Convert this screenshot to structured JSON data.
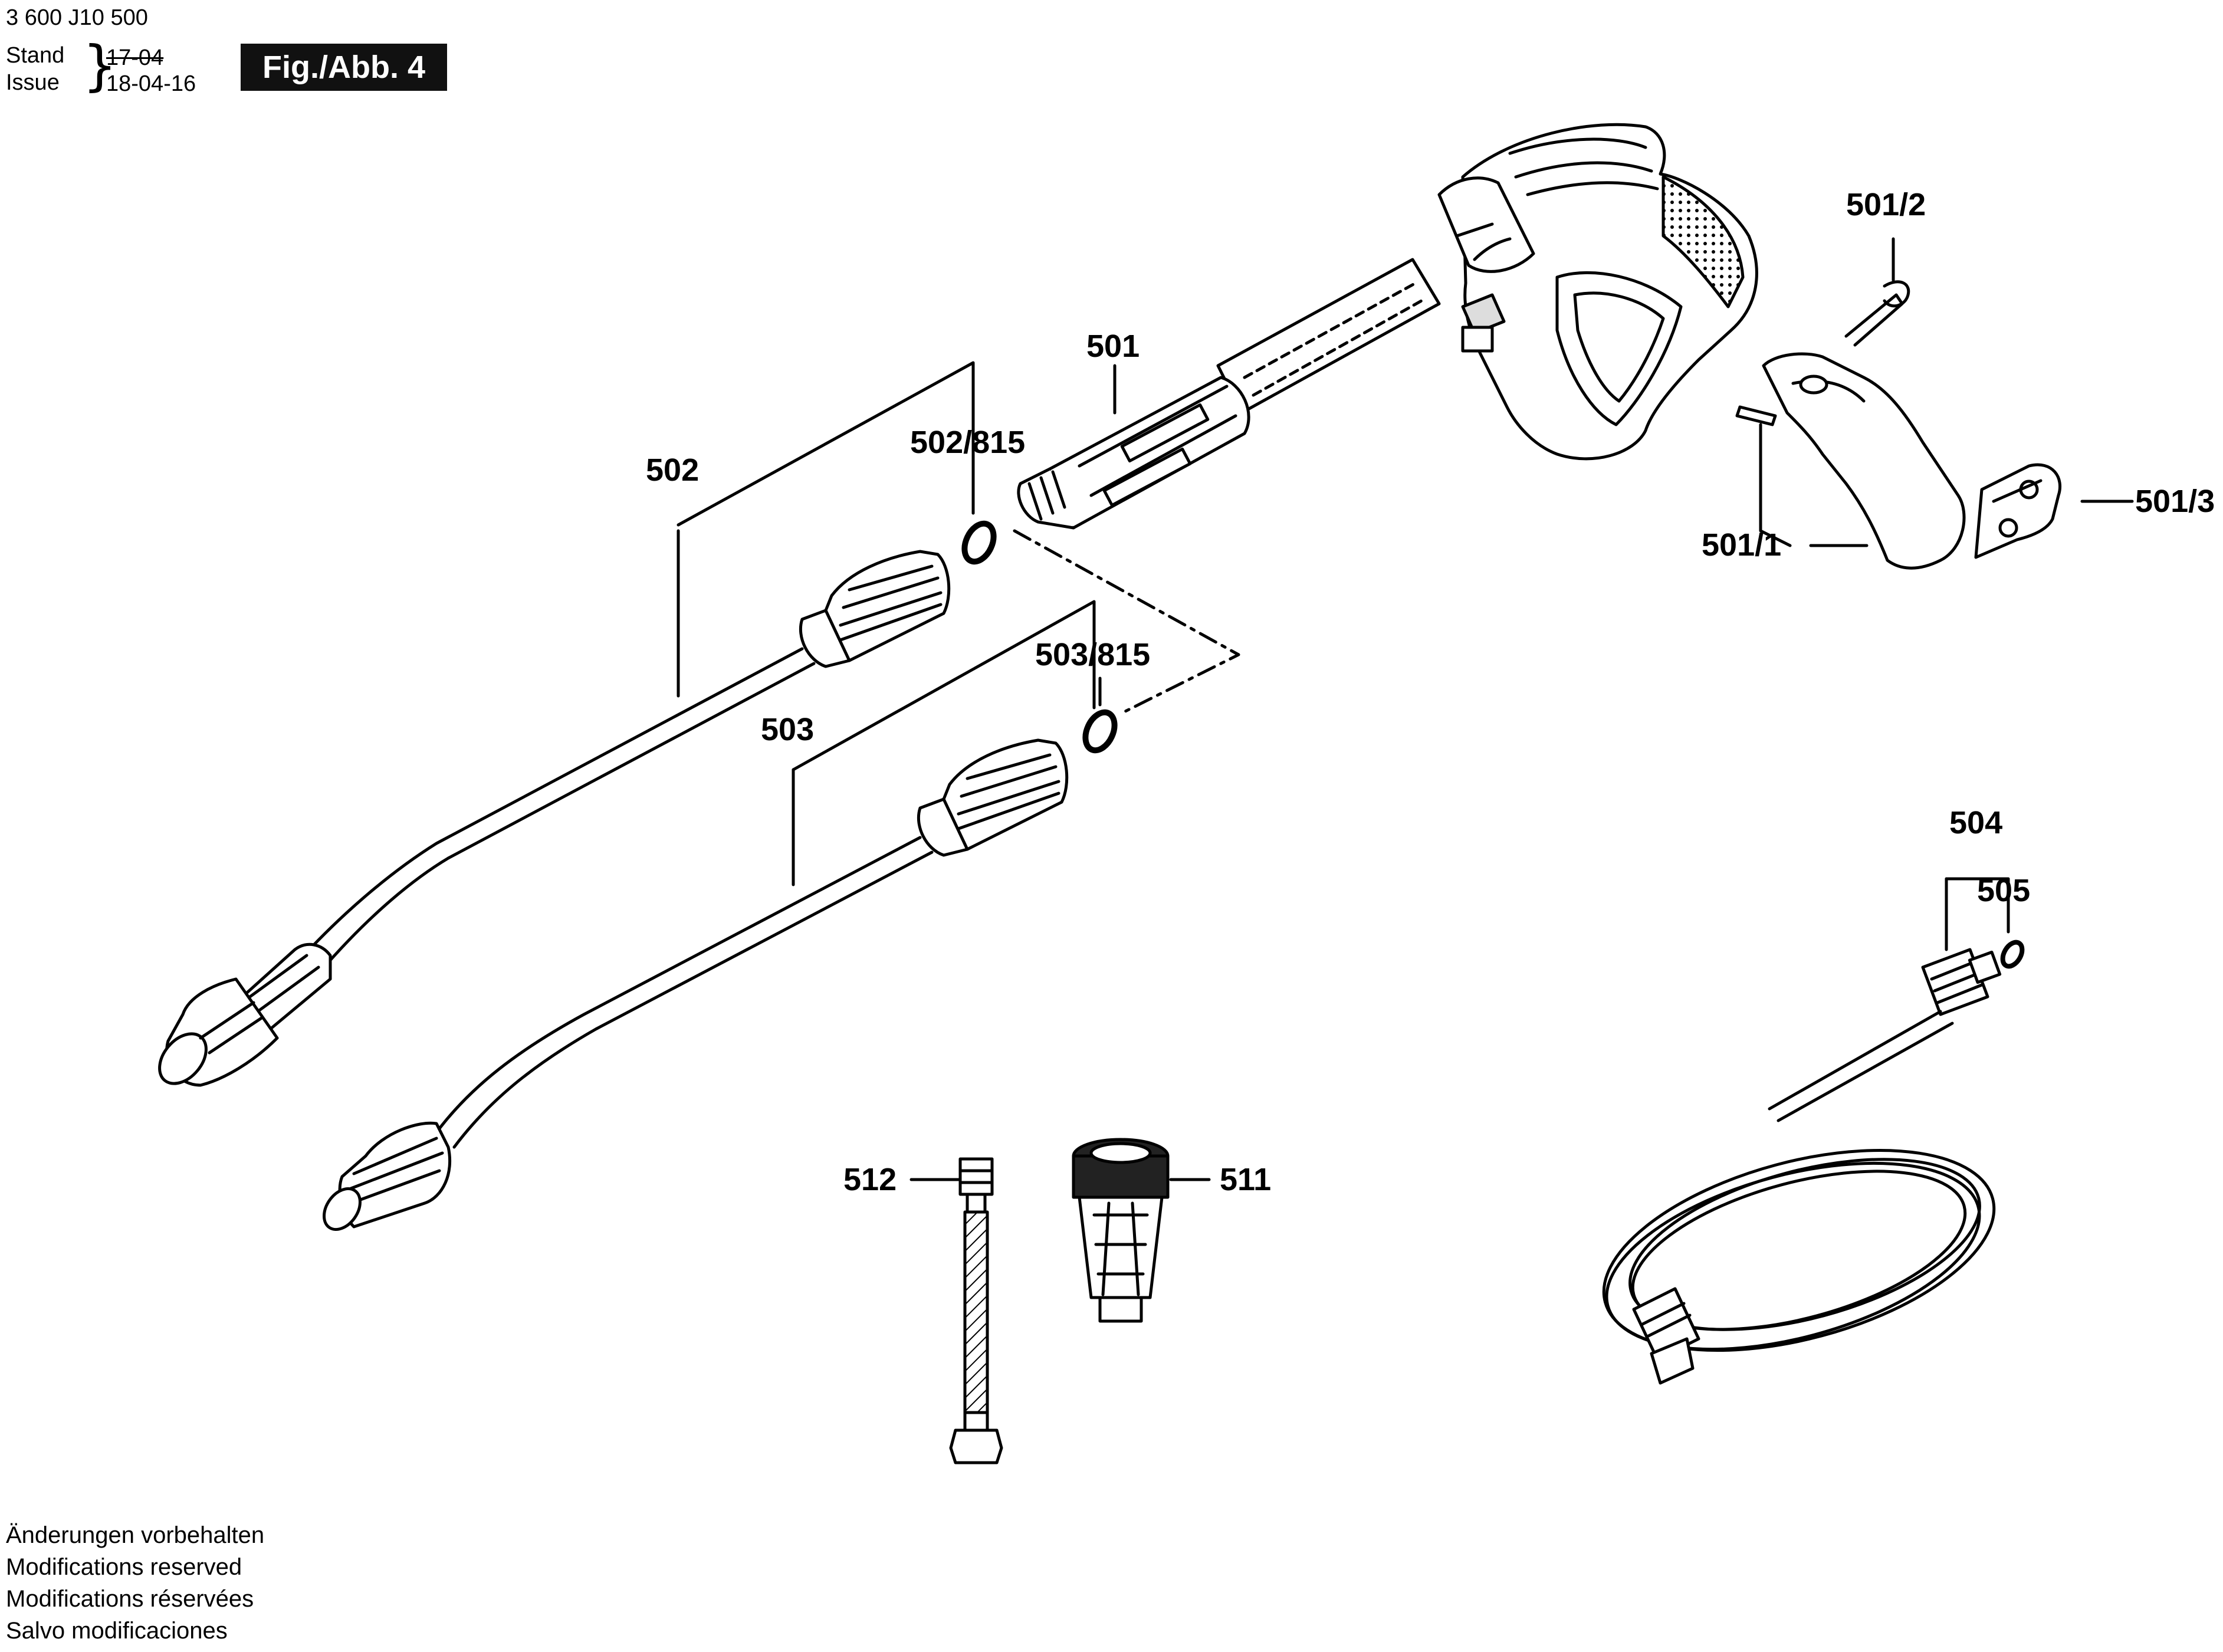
{
  "header": {
    "doc_number": "3 600 J10 500",
    "stand_label": "Stand",
    "issue_label": "Issue",
    "old_date": "17-04",
    "new_date": "18-04-16",
    "figure_label": "Fig./Abb. 4"
  },
  "footer": {
    "lines": [
      "Änderungen vorbehalten",
      "Modifications reserved",
      "Modifications réservées",
      "Salvo modificaciones"
    ]
  },
  "callouts": {
    "c501": "501",
    "c501_1": "501/1",
    "c501_2": "501/2",
    "c501_3": "501/3",
    "c502": "502",
    "c502_815": "502/815",
    "c503": "503",
    "c503_815": "503/815",
    "c504": "504",
    "c505": "505",
    "c511": "511",
    "c512": "512"
  },
  "style": {
    "line_color": "#000000",
    "fill_light": "#ffffff",
    "fill_mid": "#d9d9d9",
    "fill_dark": "#222222"
  }
}
